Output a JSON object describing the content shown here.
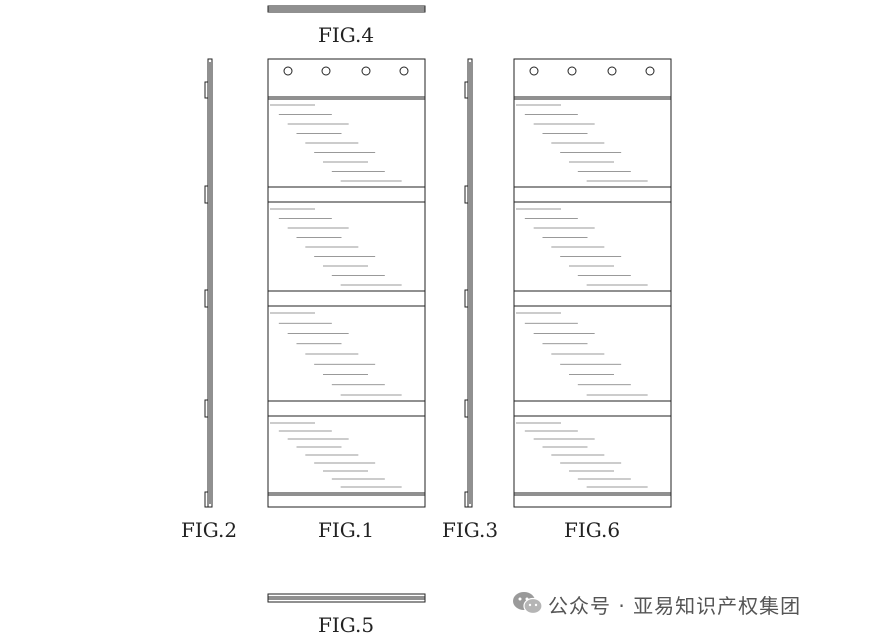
{
  "labels": {
    "fig1": "FIG.1",
    "fig2": "FIG.2",
    "fig3": "FIG.3",
    "fig4": "FIG.4",
    "fig5": "FIG.5",
    "fig6": "FIG.6"
  },
  "watermark": {
    "text": "公众号 · 亚易知识产权集团",
    "icon": "wechat-icon"
  },
  "colors": {
    "line": "#222222",
    "hatch": "#777777"
  }
}
